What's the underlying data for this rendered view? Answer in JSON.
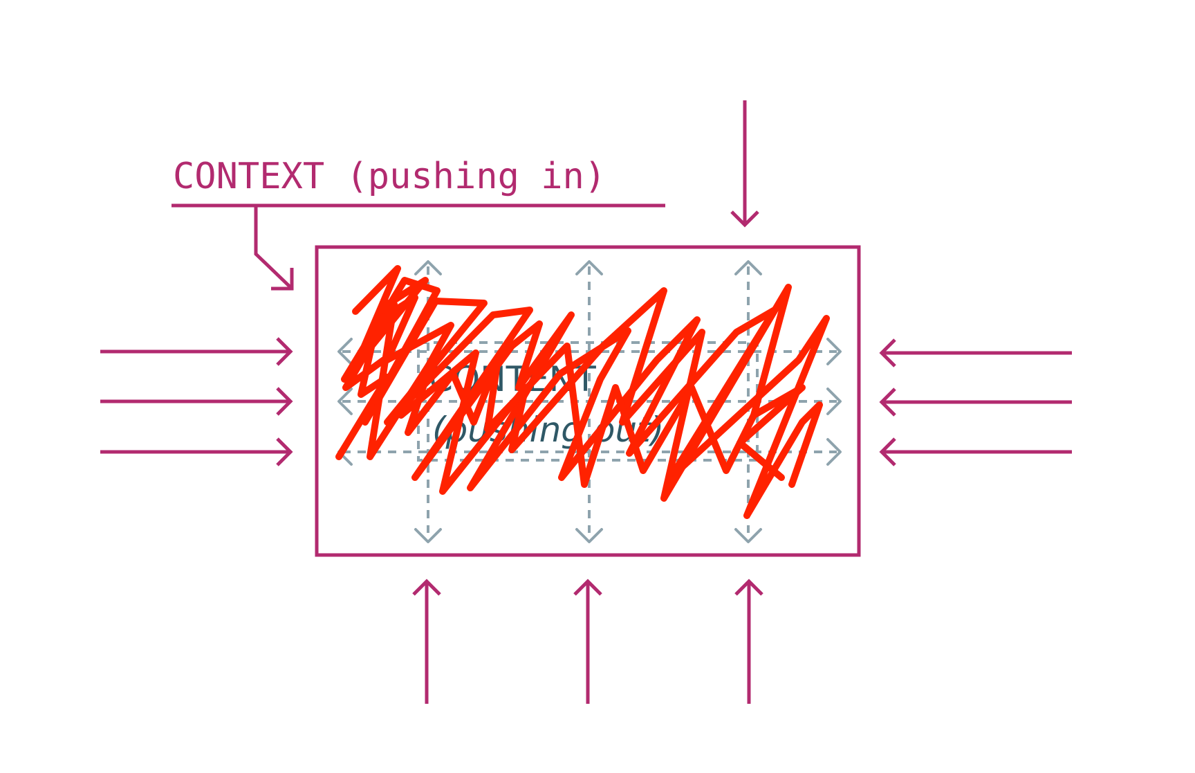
{
  "context_label": "CONTEXT (pushing in)",
  "content_label": "CONTENT",
  "content_sublabel": "(pushing out)",
  "colors": {
    "context": "#b22a6f",
    "content": "#2f5866",
    "guides": "#8ea3ad",
    "scribble": "#ff2200",
    "background": "#ffffff"
  }
}
